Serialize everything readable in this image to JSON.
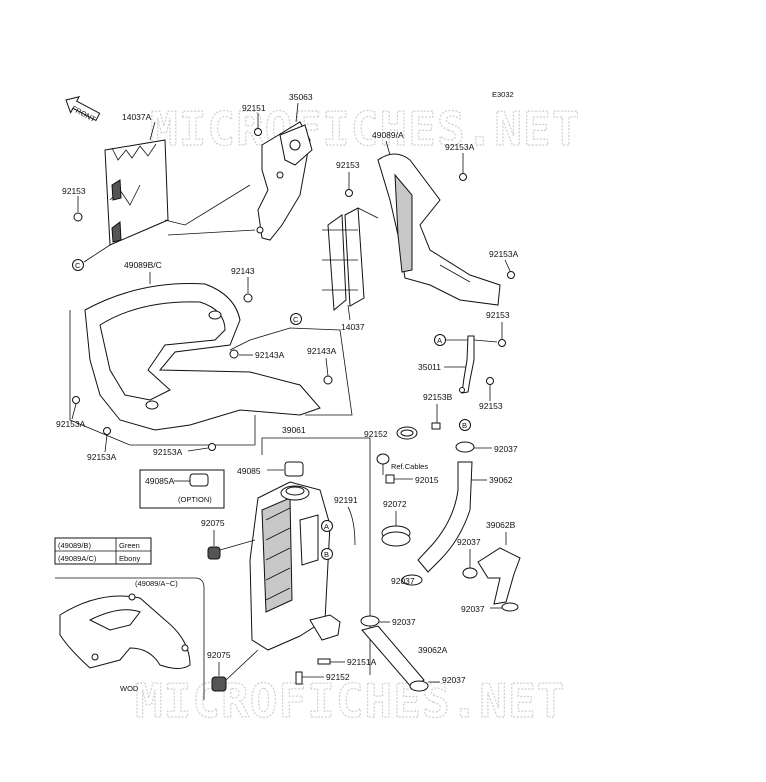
{
  "diagram_code": "E3032",
  "front_indicator": "FRONT",
  "watermark": "MICROFICHES.NET",
  "parts": {
    "p14037A": "14037A",
    "p92151": "92151",
    "p35063": "35063",
    "p49089A": "49089/A",
    "p92153_a": "92153",
    "p92153_b": "92153",
    "p92153A_a": "92153A",
    "p92153A_b": "92153A",
    "p92153A_c": "92153A",
    "p92153A_d": "92153A",
    "p92153A_e": "92153A",
    "p49089BC": "49089B/C",
    "p92143": "92143",
    "p92143A_a": "92143A",
    "p92143A_b": "92143A",
    "p14037": "14037",
    "p92153_c": "92153",
    "p35011": "35011",
    "p92153_d": "92153",
    "p92153B": "92153B",
    "p39061": "39061",
    "p92152_a": "92152",
    "p92037_a": "92037",
    "p49085": "49085",
    "p49085A": "49085A",
    "option": "(OPTION)",
    "ref_cables": "Ref.Cables",
    "p92015": "92015",
    "p39062": "39062",
    "p92191": "92191",
    "p92072": "92072",
    "p92075_a": "92075",
    "p39062B": "39062B",
    "p92037_b": "92037",
    "p92037_c": "92037",
    "p92037_d": "92037",
    "p92037_e": "92037",
    "p92037_f": "92037",
    "p39062A": "39062A",
    "p92075_b": "92075",
    "p92151A": "92151A",
    "p92152_b": "92152"
  },
  "callouts": {
    "c1": "C",
    "c2": "C",
    "a1": "A",
    "a2": "A",
    "b1": "B",
    "b2": "B"
  },
  "color_table": {
    "rows": [
      {
        "code": "(49089/B)",
        "color": "Green"
      },
      {
        "code": "(49089A/C)",
        "color": "Ebony"
      }
    ]
  },
  "inset": {
    "title": "(49089/A~C)",
    "caption": "WOD"
  }
}
